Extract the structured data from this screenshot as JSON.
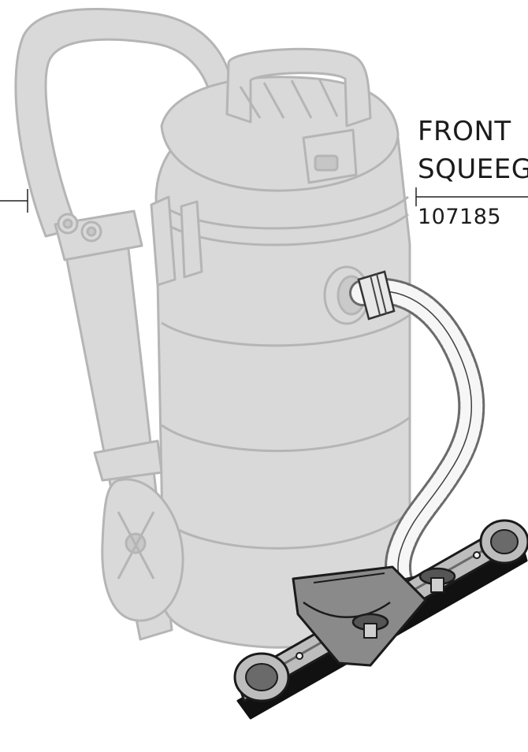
{
  "callout": {
    "line1": "FRONT",
    "line2": "SQUEEG",
    "part_number": "107185"
  },
  "colors": {
    "vacuum_body": "#d8d8d8",
    "vacuum_outline": "#b8b8b8",
    "squeegee_dark": "#1a1a1a",
    "squeegee_metal": "#5a5a5a",
    "squeegee_light": "#8c8c8c"
  }
}
